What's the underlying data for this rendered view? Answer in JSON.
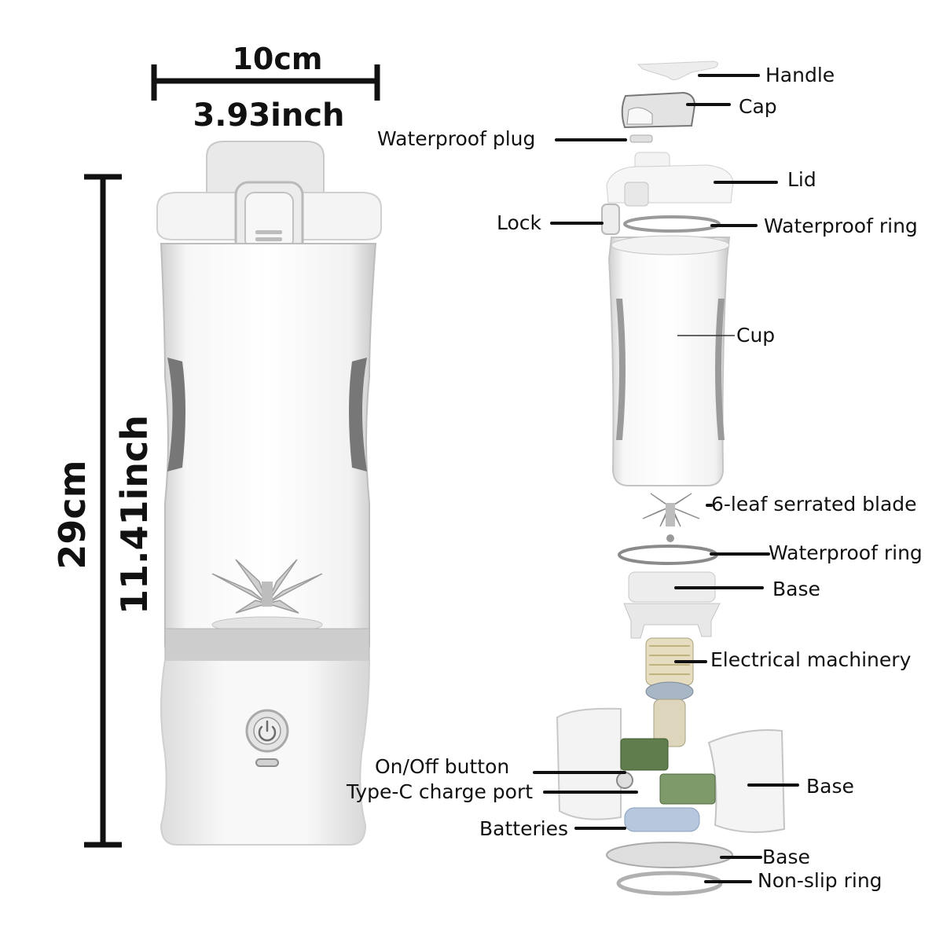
{
  "dimensions": {
    "width_cm": "10cm",
    "width_in": "3.93inch",
    "height_cm": "29cm",
    "height_in": "11.41inch"
  },
  "labels": {
    "handle": "Handle",
    "cap": "Cap",
    "waterproof_plug": "Waterproof plug",
    "lid": "Lid",
    "lock": "Lock",
    "waterproof_ring_top": "Waterproof ring",
    "cup": "Cup",
    "blade": "6-leaf serrated blade",
    "waterproof_ring_bottom": "Waterproof ring",
    "base_upper": "Base",
    "electrical_machinery": "Electrical machinery",
    "on_off_button": "On/Off button",
    "base_shell": "Base",
    "type_c_port": "Type-C charge port",
    "batteries": "Batteries",
    "base_bottom": "Base",
    "non_slip_ring": "Non-slip ring"
  },
  "colors": {
    "dimension_lines": "#111111",
    "body_white": "#f3f3f3",
    "cup_tint": "#e6e6e6",
    "pcb_green": "#6f8f5a",
    "battery_blue": "#b9cbe0"
  },
  "icons": {
    "power": "power-icon"
  }
}
